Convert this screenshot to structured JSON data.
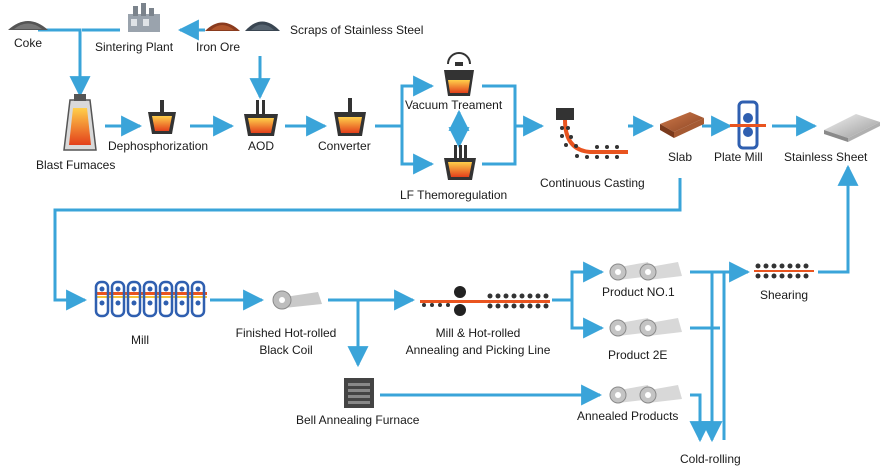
{
  "colors": {
    "flow_line": "#3aa4d9",
    "molten": "#e9541f",
    "dark_metal": "#3a3a3a",
    "coil_blue": "#2f5fb0",
    "coil_silver": "#c9c9c9"
  },
  "labels": {
    "coke": "Coke",
    "sintering_plant": "Sintering Plant",
    "iron_ore": "Iron Ore",
    "scraps": "Scraps of Stainless Steel",
    "blast_furnaces": "Blast Fumaces",
    "dephosphorization": "Dephosphorization",
    "aod": "AOD",
    "converter": "Converter",
    "vacuum_treatment": "Vacuum Treament",
    "lf_thermoregulation": "LF Themoregulation",
    "continuous_casting": "Continuous Casting",
    "slab": "Slab",
    "plate_mill": "Plate Mill",
    "stainless_sheet": "Stainless Sheet",
    "mill": "Mill",
    "finished_coil_line1": "Finished Hot-rolled",
    "finished_coil_line2": "Black Coil",
    "annealing_line1": "Mill & Hot-rolled",
    "annealing_line2": "Annealing and Picking Line",
    "product_no1": "Product NO.1",
    "product_2e": "Product 2E",
    "shearing": "Shearing",
    "bell_annealing": "Bell Annealing Furnace",
    "annealed_products": "Annealed Products",
    "cold_rolling": "Cold-rolling"
  }
}
